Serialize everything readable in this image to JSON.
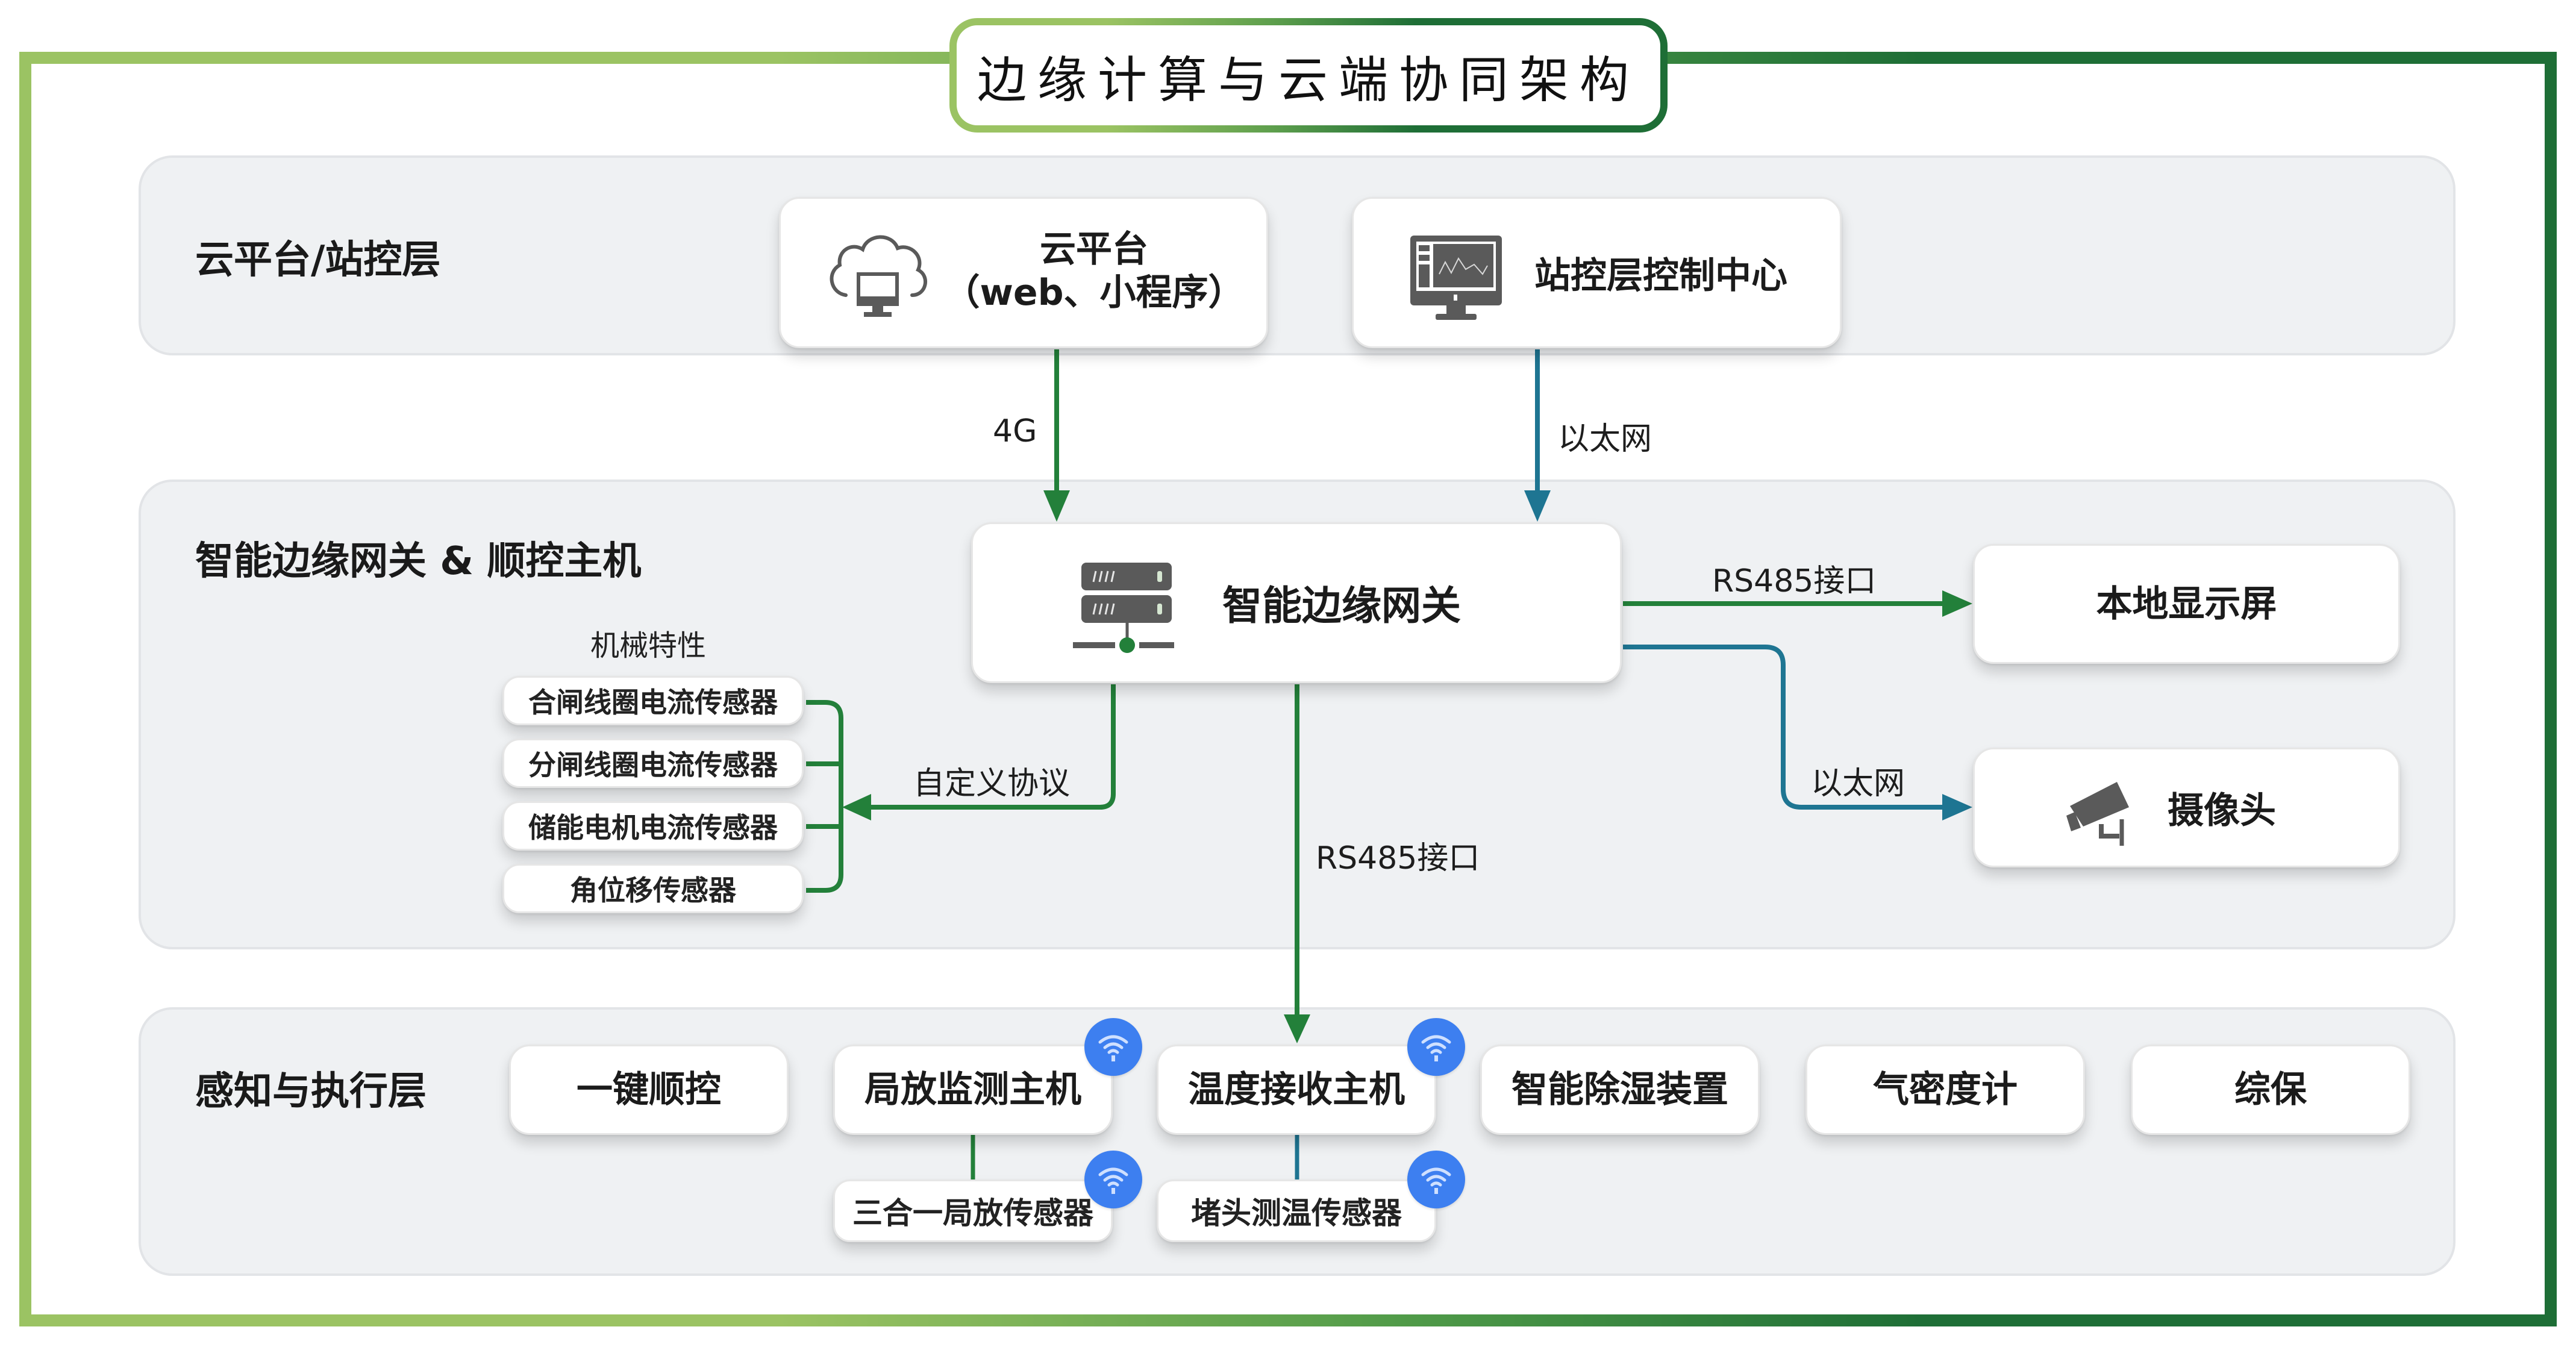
{
  "title": "边缘计算与云端协同架构",
  "colors": {
    "green_line": "#23803a",
    "teal_line": "#1e7592",
    "wifi_badge": "#3d7ff0",
    "frame_light": "#9bc363",
    "frame_dark": "#1e6e36",
    "panel_bg": "#eff1f3"
  },
  "layers": [
    {
      "name": "cloud-station",
      "label": "云平台/站控层"
    },
    {
      "name": "edge-gateway",
      "label": "智能边缘网关 & 顺控主机"
    },
    {
      "name": "sensing-execution",
      "label": "感知与执行层"
    }
  ],
  "cloud_layer": {
    "cloud_platform": {
      "icon": "cloud-monitor-icon",
      "line1": "云平台",
      "line2": "（web、小程序）"
    },
    "station_center": {
      "icon": "monitor-dashboard-icon",
      "label": "站控层控制中心"
    }
  },
  "edge_layer": {
    "gateway": {
      "icon": "server-network-icon",
      "label": "智能边缘网关"
    },
    "local_display": {
      "label": "本地显示屏"
    },
    "camera": {
      "icon": "security-camera-icon",
      "label": "摄像头"
    },
    "mechanical_group": {
      "title": "机械特性",
      "sensors": [
        "合闸线圈电流传感器",
        "分闸线圈电流传感器",
        "储能电机电流传感器",
        "角位移传感器"
      ]
    }
  },
  "connections": {
    "cloud_to_gateway": "4G",
    "station_to_gateway": "以太网",
    "gateway_to_display": "RS485接口",
    "gateway_to_camera": "以太网",
    "gateway_to_sensors": "自定义协议",
    "gateway_to_temperature": "RS485接口"
  },
  "sensing_layer": {
    "devices": [
      {
        "label": "一键顺控",
        "wireless": false
      },
      {
        "label": "局放监测主机",
        "wireless": true
      },
      {
        "label": "温度接收主机",
        "wireless": true
      },
      {
        "label": "智能除湿装置",
        "wireless": false
      },
      {
        "label": "气密度计",
        "wireless": false
      },
      {
        "label": "综保",
        "wireless": false
      }
    ],
    "sub_devices": [
      {
        "label": "三合一局放传感器",
        "wireless": true,
        "parent": "局放监测主机"
      },
      {
        "label": "堵头测温传感器",
        "wireless": true,
        "parent": "温度接收主机"
      }
    ]
  }
}
